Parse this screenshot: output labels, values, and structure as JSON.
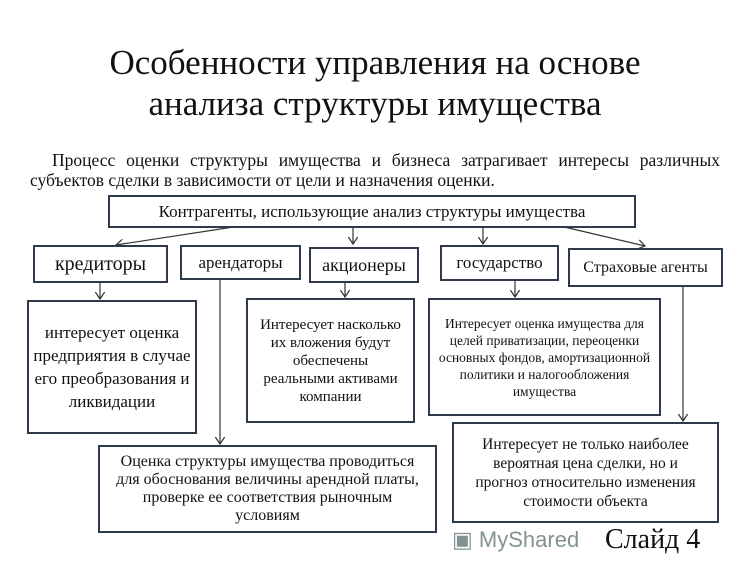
{
  "title": [
    "Особенности управления на основе",
    "анализа структуры имущества"
  ],
  "intro": "Процесс оценки структуры имущества и бизнеса затрагивает интересы различных субъектов сделки в зависимости от цели и назначения оценки.",
  "root": "Контрагенты, использующие анализ структуры имущества",
  "parties": [
    "кредиторы",
    "арендаторы",
    "акционеры",
    "государство",
    "Страховые агенты"
  ],
  "interests": {
    "creditors": "интересует оценка предприятия в случае его преобразования и ликвидации",
    "tenants": "Оценка структуры имущества проводиться для обоснования величины арендной платы, проверке ее соответствия рыночным условиям",
    "shareholders": "Интересует насколько их вложения будут обеспечены реальными активами компании",
    "state": "Интересует оценка имущества для целей приватизации, переоценки основных фондов, амортизационной политики и налогообложения имущества",
    "insurers": "Интересует не только наиболее вероятная цена сделки, но и прогноз относительно изменения стоимости объекта"
  },
  "watermark": "MyShared",
  "slide_label": "Слайд 4"
}
